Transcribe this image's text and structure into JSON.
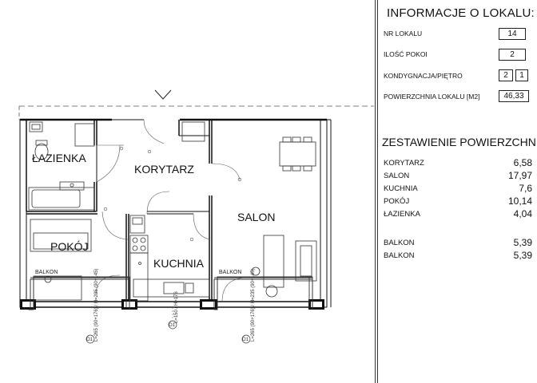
{
  "plan": {
    "rooms": {
      "lazienka": "ŁAZIENKA",
      "korytarz": "KORYTARZ",
      "salon": "SALON",
      "pokoj": "POKÓJ",
      "kuchnia": "KUCHNIA"
    },
    "balcony_left": "BALKON",
    "balcony_right": "BALKON",
    "window_note_1": "L=265 (90+176) / H=235 (90+145)",
    "window_note_2": "L=265 (90+176) / H=235 (90+145)",
    "window_note_3": "L=150 / H=176",
    "window_tag_1": "O1",
    "window_tag_2": "O1",
    "window_tag_3": "O1"
  },
  "info": {
    "title": "INFORMACJE O LOKALU:",
    "rows": [
      {
        "label": "NR LOKALU",
        "value": "14"
      },
      {
        "label": "ILOŚĆ POKOI",
        "value": "2"
      },
      {
        "label": "KONDYGNACJA/PIĘTRO",
        "value": "2",
        "value2": "1"
      },
      {
        "label": "POWIERZCHNIA LOKALU [M2]",
        "value": "46,33"
      }
    ]
  },
  "summary": {
    "title": "ZESTAWIENIE POWIERZCHNI:",
    "rows": [
      {
        "name": "KORYTARZ",
        "value": "6,58"
      },
      {
        "name": "SALON",
        "value": "17,97"
      },
      {
        "name": "KUCHNIA",
        "value": "7,6"
      },
      {
        "name": "POKÓJ",
        "value": "10,14"
      },
      {
        "name": "ŁAZIENKA",
        "value": "4,04"
      }
    ],
    "balconies": [
      {
        "name": "BALKON",
        "value": "5,39"
      },
      {
        "name": "BALKON",
        "value": "5,39"
      }
    ]
  }
}
